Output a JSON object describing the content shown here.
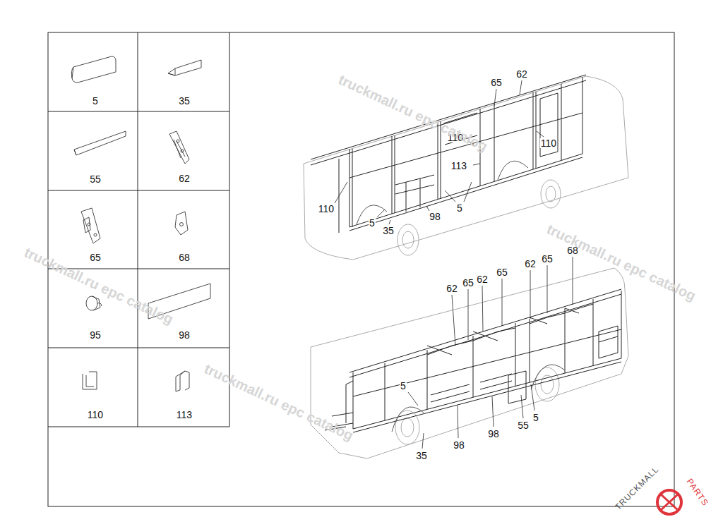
{
  "diagram": {
    "labels": [
      "5",
      "35",
      "55",
      "62",
      "65",
      "68",
      "95",
      "98",
      "110",
      "113",
      "65",
      "62",
      "110",
      "113",
      "110",
      "110",
      "5",
      "5",
      "35",
      "98",
      "62",
      "65",
      "62",
      "65",
      "62",
      "65",
      "68",
      "5",
      "35",
      "98",
      "98",
      "55",
      "5",
      "truckmall.ru epc catalog",
      "truckmall.ru epc catalog",
      "truckmall.ru epc catalog",
      "truckmall.ru epc catalog",
      "TRUCKMALL",
      "PARTS"
    ]
  }
}
